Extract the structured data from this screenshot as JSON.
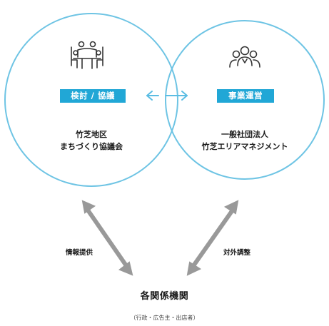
{
  "left_org": {
    "role": "検討 / 協議",
    "name_line1": "竹芝地区",
    "name_line2": "まちづくり協議会",
    "icon": "meeting-table-icon"
  },
  "right_org": {
    "role": "事業運営",
    "name_line1": "一般社団法人",
    "name_line2": "竹芝エリアマネジメント",
    "icon": "team-people-icon"
  },
  "flows": {
    "left": "情報提供",
    "right": "対外調整"
  },
  "bottom": {
    "title": "各関係機関",
    "subtitle": "（行政・広告主・出店者）"
  },
  "colors": {
    "circle": "#6ec4e4",
    "badge": "#21a7d6",
    "arrow": "#999999",
    "icon": "#333333"
  }
}
